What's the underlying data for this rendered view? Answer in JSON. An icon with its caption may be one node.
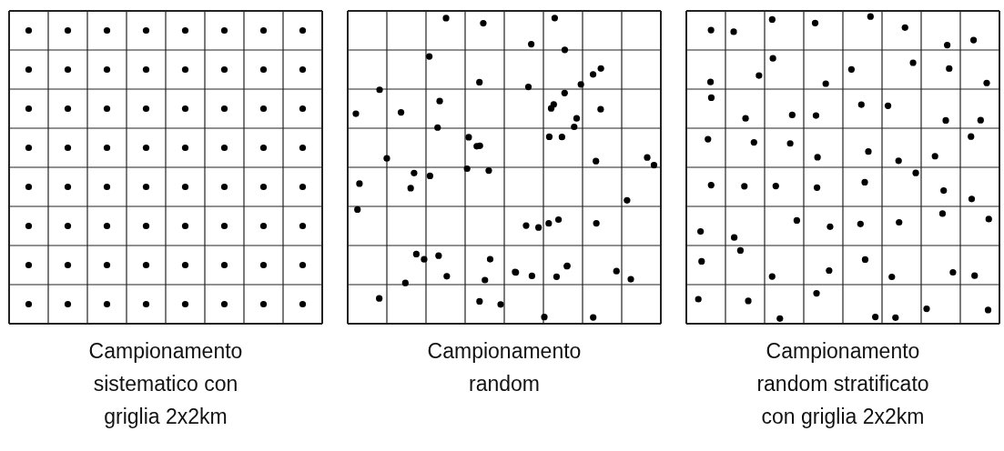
{
  "diagram": {
    "labels": [
      "Campionamento sistematico con griglia 2x2km",
      "Campionamento random",
      "Campionamento random stratificato con griglia 2x2km"
    ]
  }
}
